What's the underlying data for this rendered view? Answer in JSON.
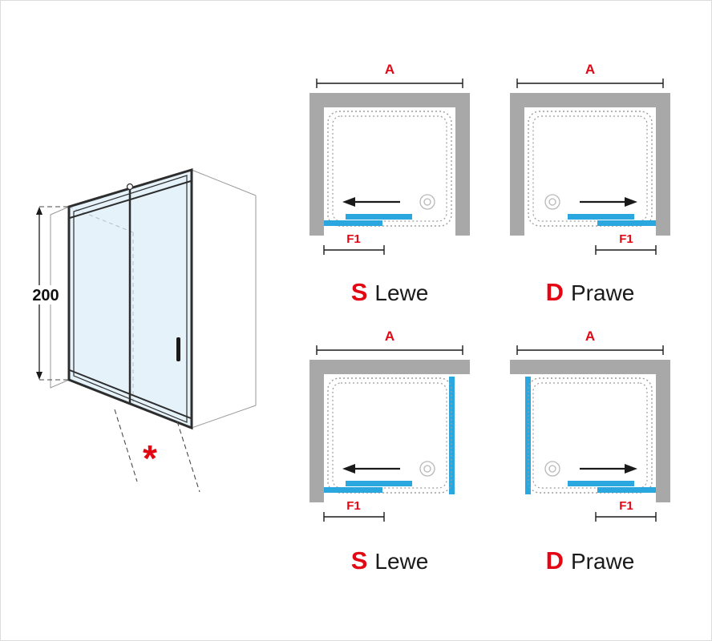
{
  "colors": {
    "accent_blue": "#2AA7DF",
    "accent_red": "#E30613",
    "wall_gray": "#A8A8A8",
    "line_black": "#1A1A1A",
    "tray_gray": "#9C9C9C"
  },
  "iso": {
    "height_dim": "200",
    "footnote_mark": "*"
  },
  "plans": [
    {
      "top_dim": "A",
      "bottom_dim": "F1",
      "letter": "S",
      "word": "Lewe",
      "side_panel": false,
      "opening_direction": "left"
    },
    {
      "top_dim": "A",
      "bottom_dim": "F1",
      "letter": "D",
      "word": "Prawe",
      "side_panel": false,
      "opening_direction": "right"
    },
    {
      "top_dim": "A",
      "bottom_dim": "F1",
      "letter": "S",
      "word": "Lewe",
      "side_panel": true,
      "opening_direction": "left"
    },
    {
      "top_dim": "A",
      "bottom_dim": "F1",
      "letter": "D",
      "word": "Prawe",
      "side_panel": true,
      "opening_direction": "right"
    }
  ]
}
